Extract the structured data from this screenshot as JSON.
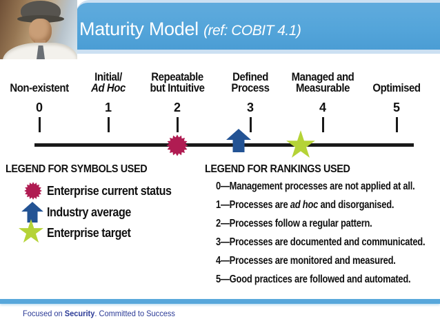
{
  "header": {
    "title_main": "Maturity Model ",
    "title_ref": "(ref: COBIT 4.1)"
  },
  "scale": {
    "points": [
      {
        "line1": "Non-existent",
        "line2": "",
        "number": "0"
      },
      {
        "line1": "Initial/",
        "line2": "Ad Hoc",
        "number": "1"
      },
      {
        "line1": "Repeatable",
        "line2": "but Intuitive",
        "number": "2"
      },
      {
        "line1": "Defined",
        "line2": "Process",
        "number": "3"
      },
      {
        "line1": "Managed and",
        "line2": "Measurable",
        "number": "4"
      },
      {
        "line1": "Optimised",
        "line2": "",
        "number": "5"
      }
    ],
    "axis_range": [
      0,
      5
    ],
    "markers": [
      {
        "name": "enterprise-current-status",
        "shape": "starburst",
        "position": 2.0
      },
      {
        "name": "industry-average",
        "shape": "arrow-up",
        "position": 2.85
      },
      {
        "name": "enterprise-target",
        "shape": "star",
        "position": 3.7
      }
    ]
  },
  "symbols_legend": {
    "heading": "LEGEND FOR SYMBOLS USED",
    "items": [
      {
        "icon": "starburst-icon",
        "label": "Enterprise current status"
      },
      {
        "icon": "arrow-up-icon",
        "label": "Industry average"
      },
      {
        "icon": "star-icon",
        "label": "Enterprise target"
      }
    ]
  },
  "rankings_legend": {
    "heading": "LEGEND FOR RANKINGS USED",
    "items": [
      {
        "pre": "0—Management processes are not applied at all.",
        "italic": "",
        "post": ""
      },
      {
        "pre": "1—Processes are ",
        "italic": "ad hoc",
        "post": " and disorganised."
      },
      {
        "pre": "2—Processes follow a regular pattern.",
        "italic": "",
        "post": ""
      },
      {
        "pre": "3—Processes are documented and communicated.",
        "italic": "",
        "post": ""
      },
      {
        "pre": "4—Processes are monitored and measured.",
        "italic": "",
        "post": ""
      },
      {
        "pre": "5—Good practices are followed and automated.",
        "italic": "",
        "post": ""
      }
    ]
  },
  "footer": {
    "pre": "Focused on ",
    "bold": "Security",
    "post": ". Committed to Success"
  },
  "colors": {
    "starburst": "#B01C52",
    "arrow": "#235394",
    "star": "#B5D337",
    "banner": "#54A5DA",
    "banner_edge": "#CCE0F2",
    "footer_strip": "#57A7DB",
    "footer_text": "#2B3A96",
    "axis": "#1A1A1A"
  }
}
